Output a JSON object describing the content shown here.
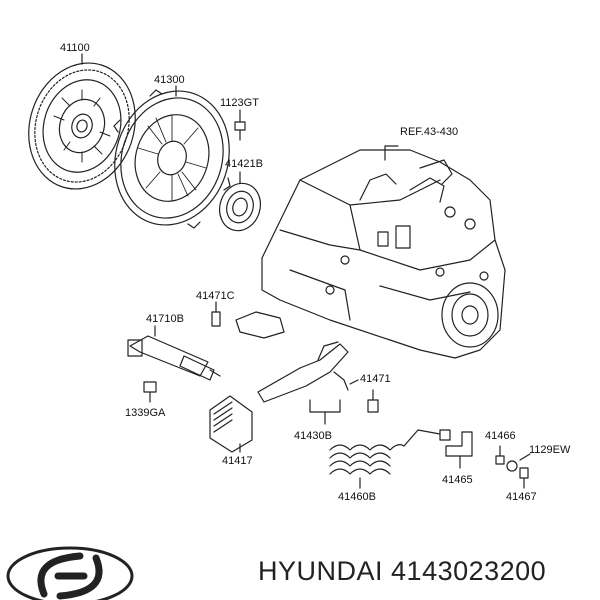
{
  "diagram": {
    "ref_label": "REF.43-430",
    "part_labels": {
      "p41100": "41100",
      "p41300": "41300",
      "p1123GT": "1123GT",
      "p41421B": "41421B",
      "p41471C": "41471C",
      "p41710B": "41710B",
      "p1339GA": "1339GA",
      "p41417": "41417",
      "p41430B": "41430B",
      "p41471": "41471",
      "p41460B": "41460B",
      "p41466": "41466",
      "p1129EW": "1129EW",
      "p41465": "41465",
      "p41467": "41467"
    }
  },
  "footer": {
    "brand": "HYUNDAI",
    "part_number": "4143023200"
  },
  "icons": {
    "logo": "hyundai-logo-icon"
  },
  "colors": {
    "line": "#222222",
    "text": "#111111"
  }
}
